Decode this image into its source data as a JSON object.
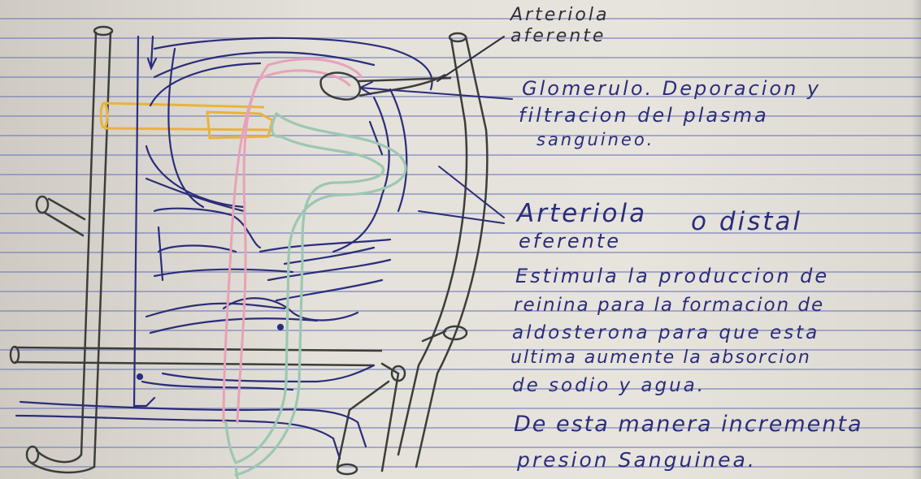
{
  "annotations": {
    "afferent": {
      "line1": "Arteriola",
      "line2": "aferente"
    },
    "glomerulus": {
      "line1": "Glomerulo. Deporacion y",
      "line2": "filtracion del plasma",
      "line3": "sanguineo."
    },
    "efferent": {
      "line1": "Arteriola",
      "line2": "eferente",
      "alt": "o distal"
    },
    "description": {
      "line1": "Estimula la produccion de",
      "line2": "reinina para la formacion de",
      "line3": "aldosterona para que esta",
      "line4": "ultima aumente la absorcion",
      "line5": "de sodio y agua.",
      "line6": "De esta manera incrementa",
      "line7": "presion Sanguinea."
    }
  },
  "colors": {
    "pencil": "#3b3e3a",
    "ink_blue": "#2b2d7a",
    "yellow_highlight": "#e8b33c",
    "pink_tubule": "#e7a2b8",
    "green_tubule": "#9cc7b3"
  }
}
